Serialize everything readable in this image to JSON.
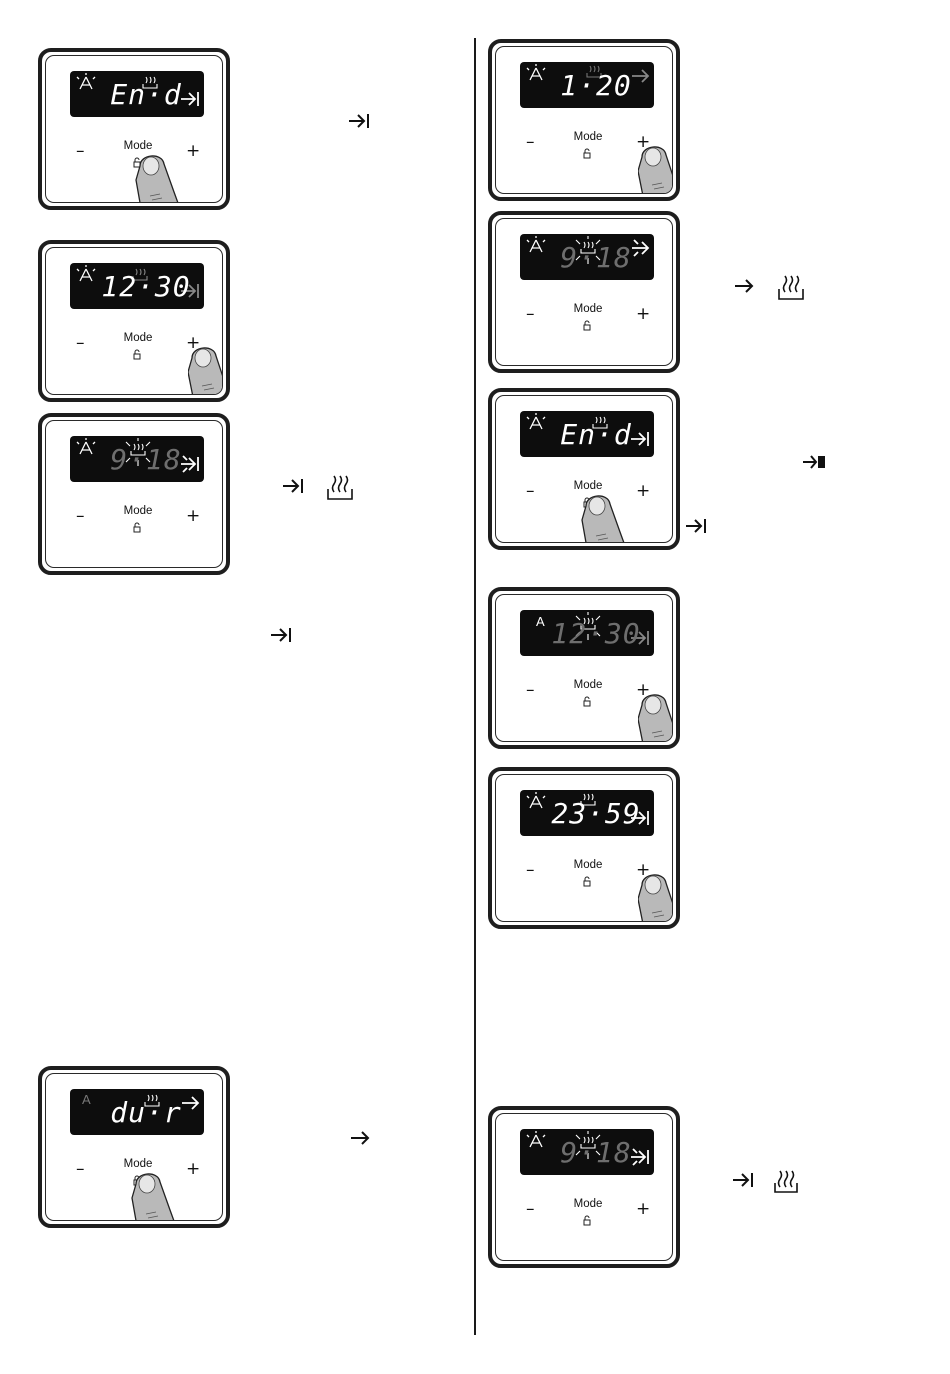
{
  "page": {
    "background": "#ffffff",
    "lcd_bg": "#0d0d0d",
    "lcd_lit": "#ffffff",
    "lcd_dim": "#6e6e6e"
  },
  "panel_labels": {
    "minus": "–",
    "mode": "Mode",
    "plus": "+"
  },
  "panels": [
    {
      "id": "p1",
      "display": "En·d",
      "dim": false,
      "left_icon": "auto-sun-icon",
      "right_icon": "end-arrow-icon",
      "finger": "mode"
    },
    {
      "id": "p2",
      "display": "12·30",
      "dim": false,
      "left_icon": "auto-sun-icon",
      "right_icon": "end-arrow-icon",
      "finger": "plus"
    },
    {
      "id": "p3",
      "display": "9·18",
      "dim": true,
      "left_icon": "auto-sun-icon",
      "right_icon": "end-arrow-flash-icon",
      "finger": "none"
    },
    {
      "id": "p4",
      "display": "du·r",
      "dim": false,
      "left_text": "A",
      "right_icon": "duration-arrow-icon",
      "finger": "mode"
    },
    {
      "id": "p5",
      "display": "1·20",
      "dim": false,
      "left_icon": "auto-sun-icon",
      "right_icon": "duration-arrow-icon",
      "finger": "plus"
    },
    {
      "id": "p6",
      "display": "9·18",
      "dim": true,
      "left_icon": "auto-sun-icon",
      "right_icon": "duration-arrow-flash-icon",
      "finger": "none"
    },
    {
      "id": "p7",
      "display": "En·d",
      "dim": false,
      "left_icon": "auto-sun-icon",
      "right_icon": "end-arrow-icon",
      "finger": "mode"
    },
    {
      "id": "p8",
      "display": "12·30",
      "dim": true,
      "left_text": "A",
      "right_icon": "end-arrow-icon",
      "finger": "plus"
    },
    {
      "id": "p9",
      "display": "23·59",
      "dim": false,
      "left_icon": "auto-sun-icon",
      "right_icon": "end-arrow-icon",
      "finger": "plus"
    },
    {
      "id": "p10",
      "display": "9·18",
      "dim": true,
      "left_icon": "auto-sun-icon",
      "right_icon": "end-arrow-flash-icon",
      "finger": "none"
    }
  ],
  "side_symbols": [
    {
      "id": "s1",
      "icon": "end-arrow-icon"
    },
    {
      "id": "s2a",
      "icon": "end-arrow-icon"
    },
    {
      "id": "s2b",
      "icon": "cooking-pot-icon"
    },
    {
      "id": "s3",
      "icon": "end-arrow-icon"
    },
    {
      "id": "s4",
      "icon": "duration-arrow-icon"
    },
    {
      "id": "s5a",
      "icon": "duration-arrow-icon"
    },
    {
      "id": "s5b",
      "icon": "cooking-pot-icon"
    },
    {
      "id": "s6",
      "icon": "end-arrow-stop-icon"
    },
    {
      "id": "s7",
      "icon": "end-arrow-icon"
    },
    {
      "id": "s8a",
      "icon": "end-arrow-icon"
    },
    {
      "id": "s8b",
      "icon": "cooking-pot-icon"
    }
  ]
}
